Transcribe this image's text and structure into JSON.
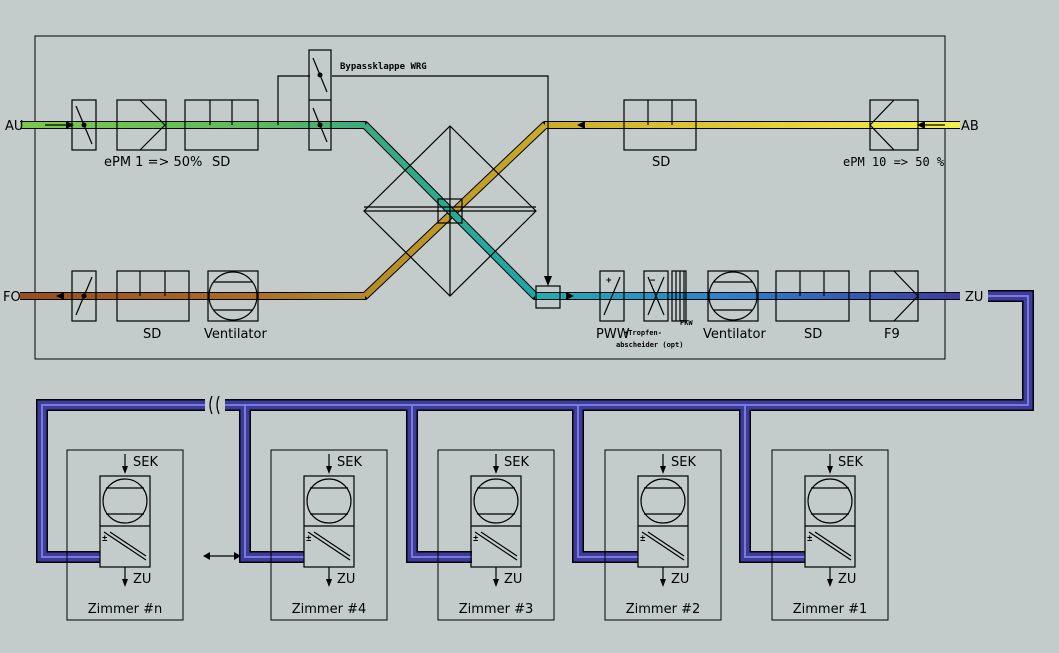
{
  "ports": {
    "au": "AU",
    "fo": "FO",
    "ab": "AB",
    "zu": "ZU"
  },
  "components": {
    "bypass_label": "Bypassklappe WRG",
    "filter_au": "ePM 1 => 50%",
    "sd_au": "SD",
    "sd_ab": "SD",
    "filter_ab": "ePM 10 => 50 %",
    "sd_fo": "SD",
    "ventilator_fo": "Ventilator",
    "pww": "PWW",
    "pkw": "PKW",
    "tropfen": "+Tropfen-",
    "abscheider": "abscheider (opt)",
    "ventilator_zu": "Ventilator",
    "sd_zu": "SD",
    "f9": "F9"
  },
  "rooms": [
    {
      "name": "Zimmer #n",
      "sek": "SEK",
      "zu": "ZU"
    },
    {
      "name": "Zimmer #4",
      "sek": "SEK",
      "zu": "ZU"
    },
    {
      "name": "Zimmer #3",
      "sek": "SEK",
      "zu": "ZU"
    },
    {
      "name": "Zimmer #2",
      "sek": "SEK",
      "zu": "ZU"
    },
    {
      "name": "Zimmer #1",
      "sek": "SEK",
      "zu": "ZU"
    }
  ],
  "colors": {
    "background": "#c4cbcb",
    "outdoor_air": "#7ec84a",
    "extract_air": "#f2ea3c",
    "exhaust_air": "#9a4d1e",
    "supply_air": "#3c3c9c"
  }
}
